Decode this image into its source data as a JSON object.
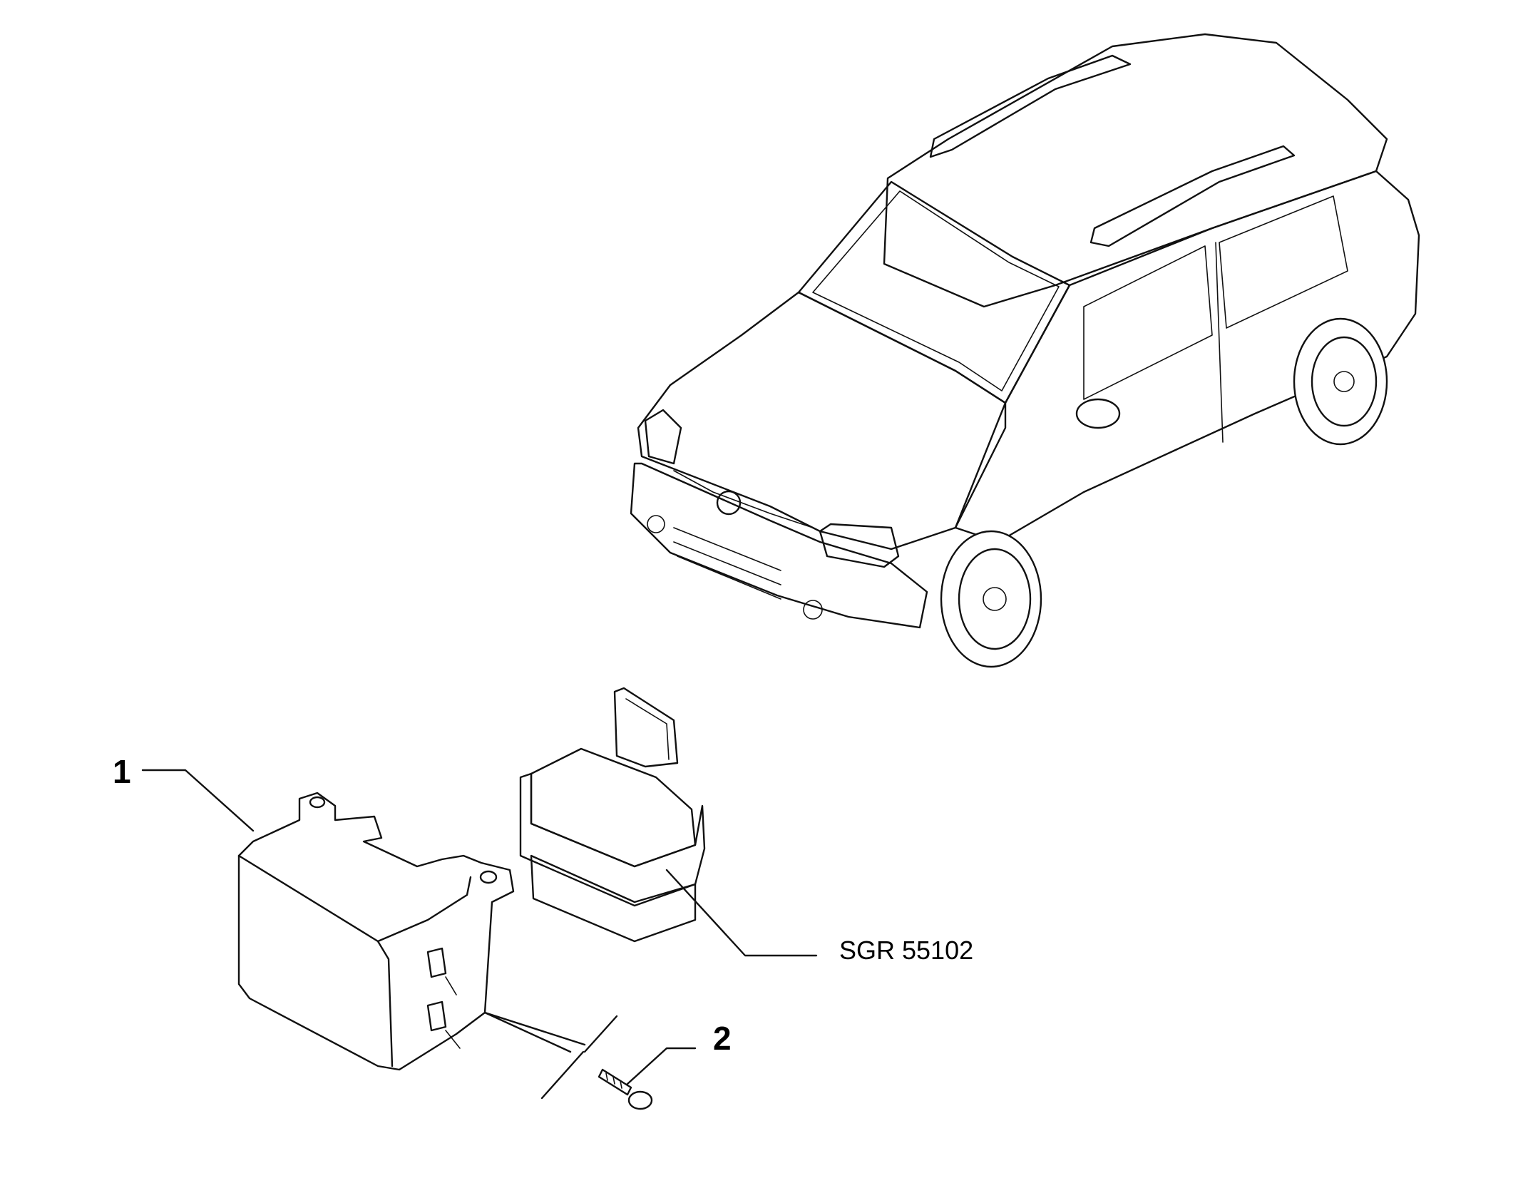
{
  "callouts": {
    "part_1": "1",
    "part_2": "2",
    "ref_code": "SGR 55102"
  },
  "colors": {
    "line": "#111111",
    "background": "#ffffff"
  }
}
